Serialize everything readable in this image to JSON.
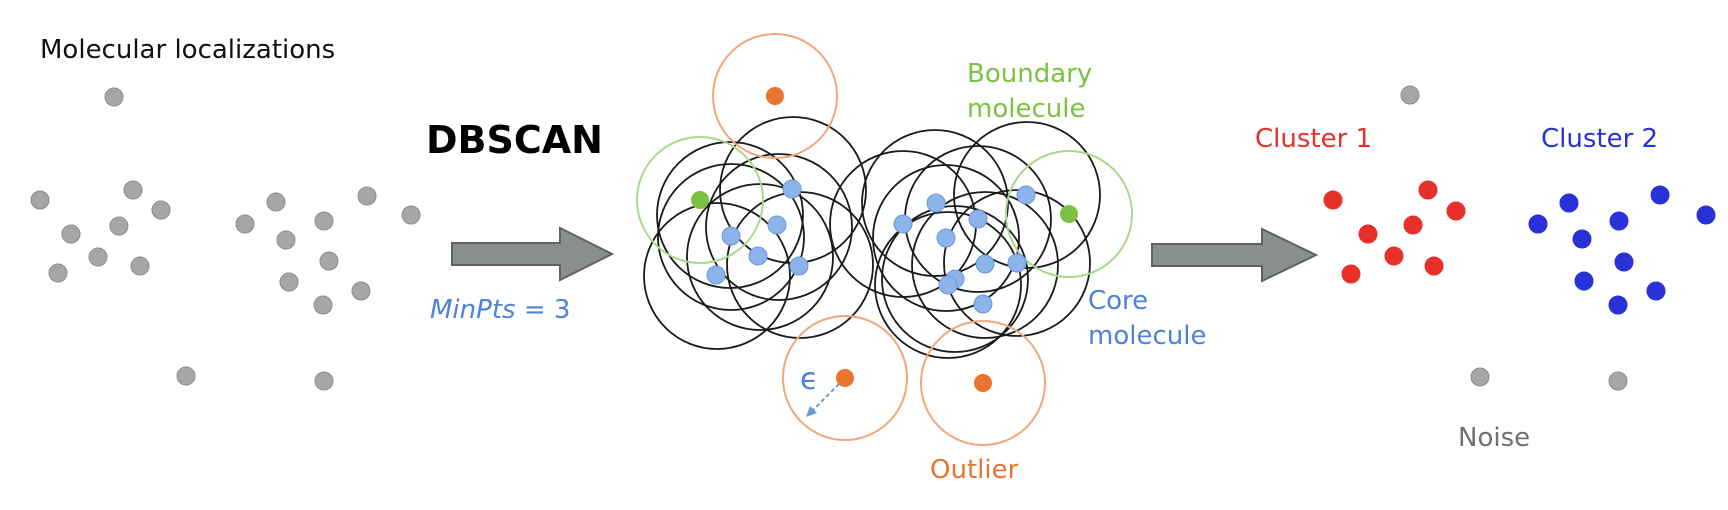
{
  "labels": {
    "molecular_localizations": "Molecular localizations",
    "method": "DBSCAN",
    "minpts_name": "MinPts",
    "minpts_rest": " = 3",
    "boundary_line1": "Boundary",
    "boundary_line2": "molecule",
    "core_line1": "Core",
    "core_line2": "molecule",
    "outlier": "Outlier",
    "epsilon": "ϵ",
    "cluster1": "Cluster 1",
    "cluster2": "Cluster 2",
    "noise": "Noise"
  },
  "colors": {
    "gray_point": "#a6a6a6",
    "gray_stroke": "#8c8c8c",
    "core_point": "#8db4ea",
    "core_stroke": "#6e98d6",
    "boundary_point": "#7cc242",
    "boundary_ring": "#a8d88c",
    "outlier_point": "#e8742f",
    "outlier_ring": "#f2a67a",
    "neighborhood_ring": "#1a1a1a",
    "cluster1": "#e8302a",
    "cluster2": "#2832d8",
    "minpts_text": "#4f82d8",
    "arrow_fill": "#8a8e8e",
    "arrow_stroke": "#5e6262"
  }
}
